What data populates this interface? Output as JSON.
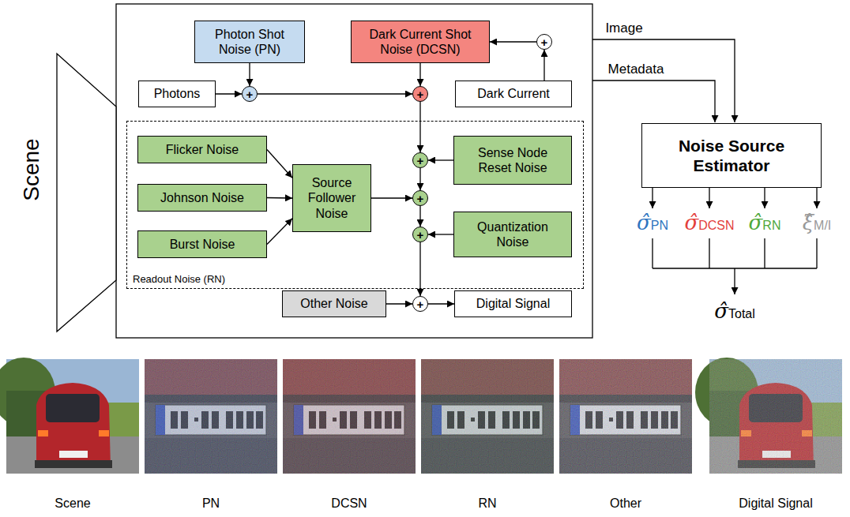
{
  "diagram": {
    "nodes": [
      {
        "text": [
          "Photon Shot Noise (PN)"
        ]
      },
      {
        "text": [
          "Dark Current Shot Noise (DCSN)"
        ]
      },
      {
        "text": [
          "+"
        ]
      },
      {
        "text": [
          "Photons"
        ]
      },
      {
        "text": [
          "+"
        ]
      },
      {
        "text": [
          "+"
        ]
      },
      {
        "text": [
          "Dark Current"
        ]
      },
      {
        "text": [
          "Readout Noise (RN)"
        ]
      },
      {
        "text": [
          "Flicker Noise"
        ],
        "in": 7
      },
      {
        "text": [
          "Sense Node Reset Noise"
        ],
        "in": 7
      },
      {
        "text": [
          "+"
        ],
        "in": 7
      },
      {
        "text": [
          "Johnson Noise"
        ],
        "in": 7
      },
      {
        "text": [
          "Source Follower Noise"
        ],
        "in": 7
      },
      {
        "text": [
          "+"
        ],
        "in": 7
      },
      {
        "text": [
          "Burst Noise"
        ],
        "in": 7
      },
      {
        "text": [
          "+"
        ],
        "in": 7
      },
      {
        "text": [
          "Quantization Noise"
        ],
        "in": 7
      },
      {
        "text": [
          "Other Noise"
        ]
      },
      {
        "text": [
          "+"
        ]
      },
      {
        "text": [
          "Digital Signal"
        ]
      },
      {
        "text": [
          "Noise Source Estimator"
        ]
      }
    ],
    "edges": [
      {
        "from": 0,
        "to": 4,
        "arrow": "to"
      },
      {
        "from": 3,
        "to": 4,
        "arrow": "to"
      },
      {
        "from": 4,
        "to": 5,
        "arrow": "to"
      },
      {
        "from": 1,
        "to": 5,
        "arrow": "to"
      },
      {
        "from": 6,
        "to": 2,
        "arrow": "to"
      },
      {
        "from": 2,
        "to": 1,
        "arrow": "to"
      },
      {
        "from": 5,
        "to": 10,
        "arrow": "to"
      },
      {
        "from": 9,
        "to": 10,
        "arrow": "to"
      },
      {
        "from": 8,
        "to": 12,
        "arrow": "to"
      },
      {
        "from": 11,
        "to": 12,
        "arrow": "to"
      },
      {
        "from": 14,
        "to": 12,
        "arrow": "to"
      },
      {
        "from": 10,
        "to": 13,
        "arrow": "to"
      },
      {
        "from": 12,
        "to": 13,
        "arrow": "to"
      },
      {
        "from": 13,
        "to": 15,
        "arrow": "to"
      },
      {
        "from": 16,
        "to": 15,
        "arrow": "to"
      },
      {
        "from": 15,
        "to": 18,
        "arrow": "to"
      },
      {
        "from": 17,
        "to": 18,
        "arrow": "to"
      },
      {
        "from": 18,
        "to": 19,
        "arrow": "to"
      }
    ],
    "labels": [
      "Scene",
      "Image",
      "Metadata",
      "σ̂PN",
      "σ̂DCSN",
      "σ̂RN",
      "ξ̂M/I",
      "σ̂Total",
      "Scene",
      "PN",
      "DCSN",
      "RN",
      "Other",
      "Digital Signal"
    ]
  }
}
